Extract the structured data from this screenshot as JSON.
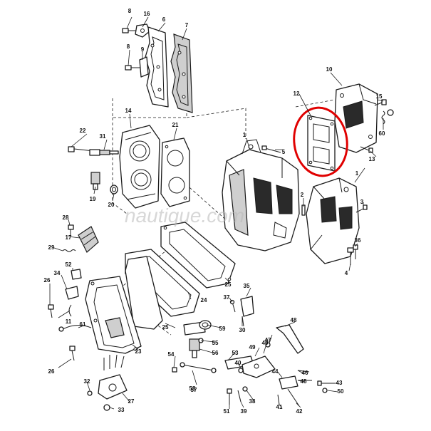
{
  "diagram": {
    "watermark": "nautique.com",
    "highlight_color": "#e00000",
    "callouts": [
      "1",
      "1",
      "2",
      "3",
      "4",
      "5",
      "6",
      "7",
      "8",
      "8",
      "9",
      "10",
      "11",
      "12",
      "13",
      "14",
      "15",
      "16",
      "17",
      "19",
      "20",
      "21",
      "22",
      "23",
      "24",
      "25",
      "25",
      "26",
      "26",
      "27",
      "28",
      "29",
      "30",
      "31",
      "32",
      "33",
      "34",
      "35",
      "36",
      "37",
      "38",
      "39",
      "40",
      "40",
      "41",
      "42",
      "43",
      "44",
      "45",
      "46",
      "47",
      "48",
      "49",
      "50",
      "51",
      "52",
      "53",
      "54",
      "55",
      "56",
      "57",
      "58",
      "59",
      "60",
      "61"
    ]
  }
}
